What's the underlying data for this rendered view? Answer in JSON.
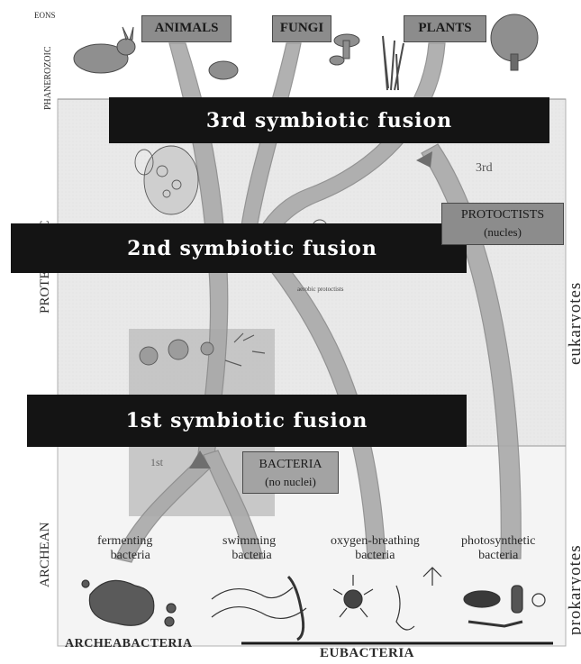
{
  "eons": {
    "header": "EONS",
    "phanerozoic": "PHANEROZOIC",
    "proterozoic": "PROTEROZOIC",
    "archean": "ARCHEAN"
  },
  "kingdoms": {
    "animals": "ANIMALS",
    "fungi": "FUNGI",
    "plants": "PLANTS"
  },
  "fusions": {
    "third": "3rd symbiotic fusion",
    "second": "2nd symbiotic fusion",
    "first": "1st symbiotic fusion"
  },
  "protoctists": {
    "title": "PROTOCTISTS",
    "sub": "(nucles)"
  },
  "bacteria": {
    "title": "BACTERIA",
    "sub": "(no nuclei)"
  },
  "small_labels": {
    "third_marker": "3rd",
    "first_marker": "1st",
    "aerobic": "aerobic protoctists"
  },
  "side_labels": {
    "eukaryotes": "eukaryotes",
    "prokaryotes": "prokaryotes"
  },
  "bacteria_types": {
    "fermenting_1": "fermenting",
    "fermenting_2": "bacteria",
    "swimming_1": "swimming",
    "swimming_2": "bacteria",
    "oxygen_1": "oxygen-breathing",
    "oxygen_2": "bacteria",
    "photo_1": "photosynthetic",
    "photo_2": "bacteria"
  },
  "domains": {
    "archaea": "ARCHEABACTERIA",
    "eubacteria": "EUBACTERIA"
  },
  "colors": {
    "background": "#ffffff",
    "panel": "#e8e8e8",
    "branch": "#a9a9a9",
    "banner": "#141414",
    "box": "#8c8c8c"
  }
}
